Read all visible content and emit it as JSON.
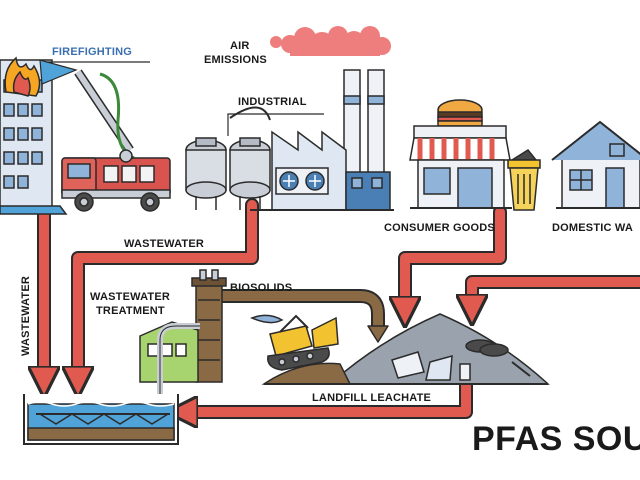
{
  "title": "PFAS SOU",
  "labels": {
    "firefighting": "FIREFIGHTING",
    "air_emissions_1": "AIR",
    "air_emissions_2": "EMISSIONS",
    "industrial": "INDUSTRIAL",
    "wastewater_h": "WASTEWATER",
    "wastewater_v": "WASTEWATER",
    "wastewater_treatment_1": "WASTEWATER",
    "wastewater_treatment_2": "TREATMENT",
    "biosolids": "BIOSOLIDS",
    "consumer_goods": "CONSUMER GOODS",
    "domestic": "DOMESTIC WA",
    "landfill_leachate": "LANDFILL LEACHATE"
  },
  "colors": {
    "arrow": "#e05a4f",
    "outline": "#2b2b2b",
    "water": "#4fa3d8",
    "smoke": "#ee7d7d",
    "fire": "#f5a623",
    "truck": "#d9534f",
    "building_blue": "#8fb3d9",
    "treatment_green": "#a8d46f",
    "bulldozer": "#f2c230",
    "landfill": "#9aa3ad",
    "biosolids_arrow": "#8a6a45"
  },
  "icons": [
    "fire-icon",
    "fire-truck-icon",
    "factory-icon",
    "storage-tank-icon",
    "store-icon",
    "trash-can-icon",
    "house-icon",
    "treatment-plant-icon",
    "bulldozer-icon",
    "landfill-icon",
    "water-basin-icon"
  ]
}
